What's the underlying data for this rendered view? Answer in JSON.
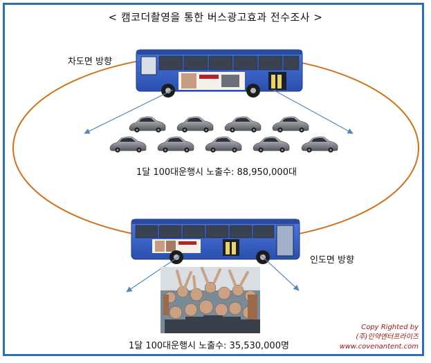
{
  "title": "< 캠코더촬영을 통한 버스광고효과 전수조사 >",
  "top_label": "차도면 방향",
  "bottom_label": "인도면 방향",
  "road_stat": "1달 100대운행시 노출수: 88,950,000대",
  "sidewalk_stat": "1달 100대운행시 노출수: 35,530,000명",
  "copyright": {
    "line1": "Copy Righted by",
    "line2": "(주)인약엔터프라이즈",
    "line3": "www.covenantent.com"
  },
  "colors": {
    "frame": "#2c6fb8",
    "bus_body": "#3a63c8",
    "ellipse": "#d0721a",
    "arrow": "#5a86b6",
    "copyright": "#a01818"
  },
  "icons": {
    "top_bus": "bus-icon",
    "bottom_bus": "bus-icon",
    "cars": "car-icon",
    "crowd": "crowd-photo"
  }
}
